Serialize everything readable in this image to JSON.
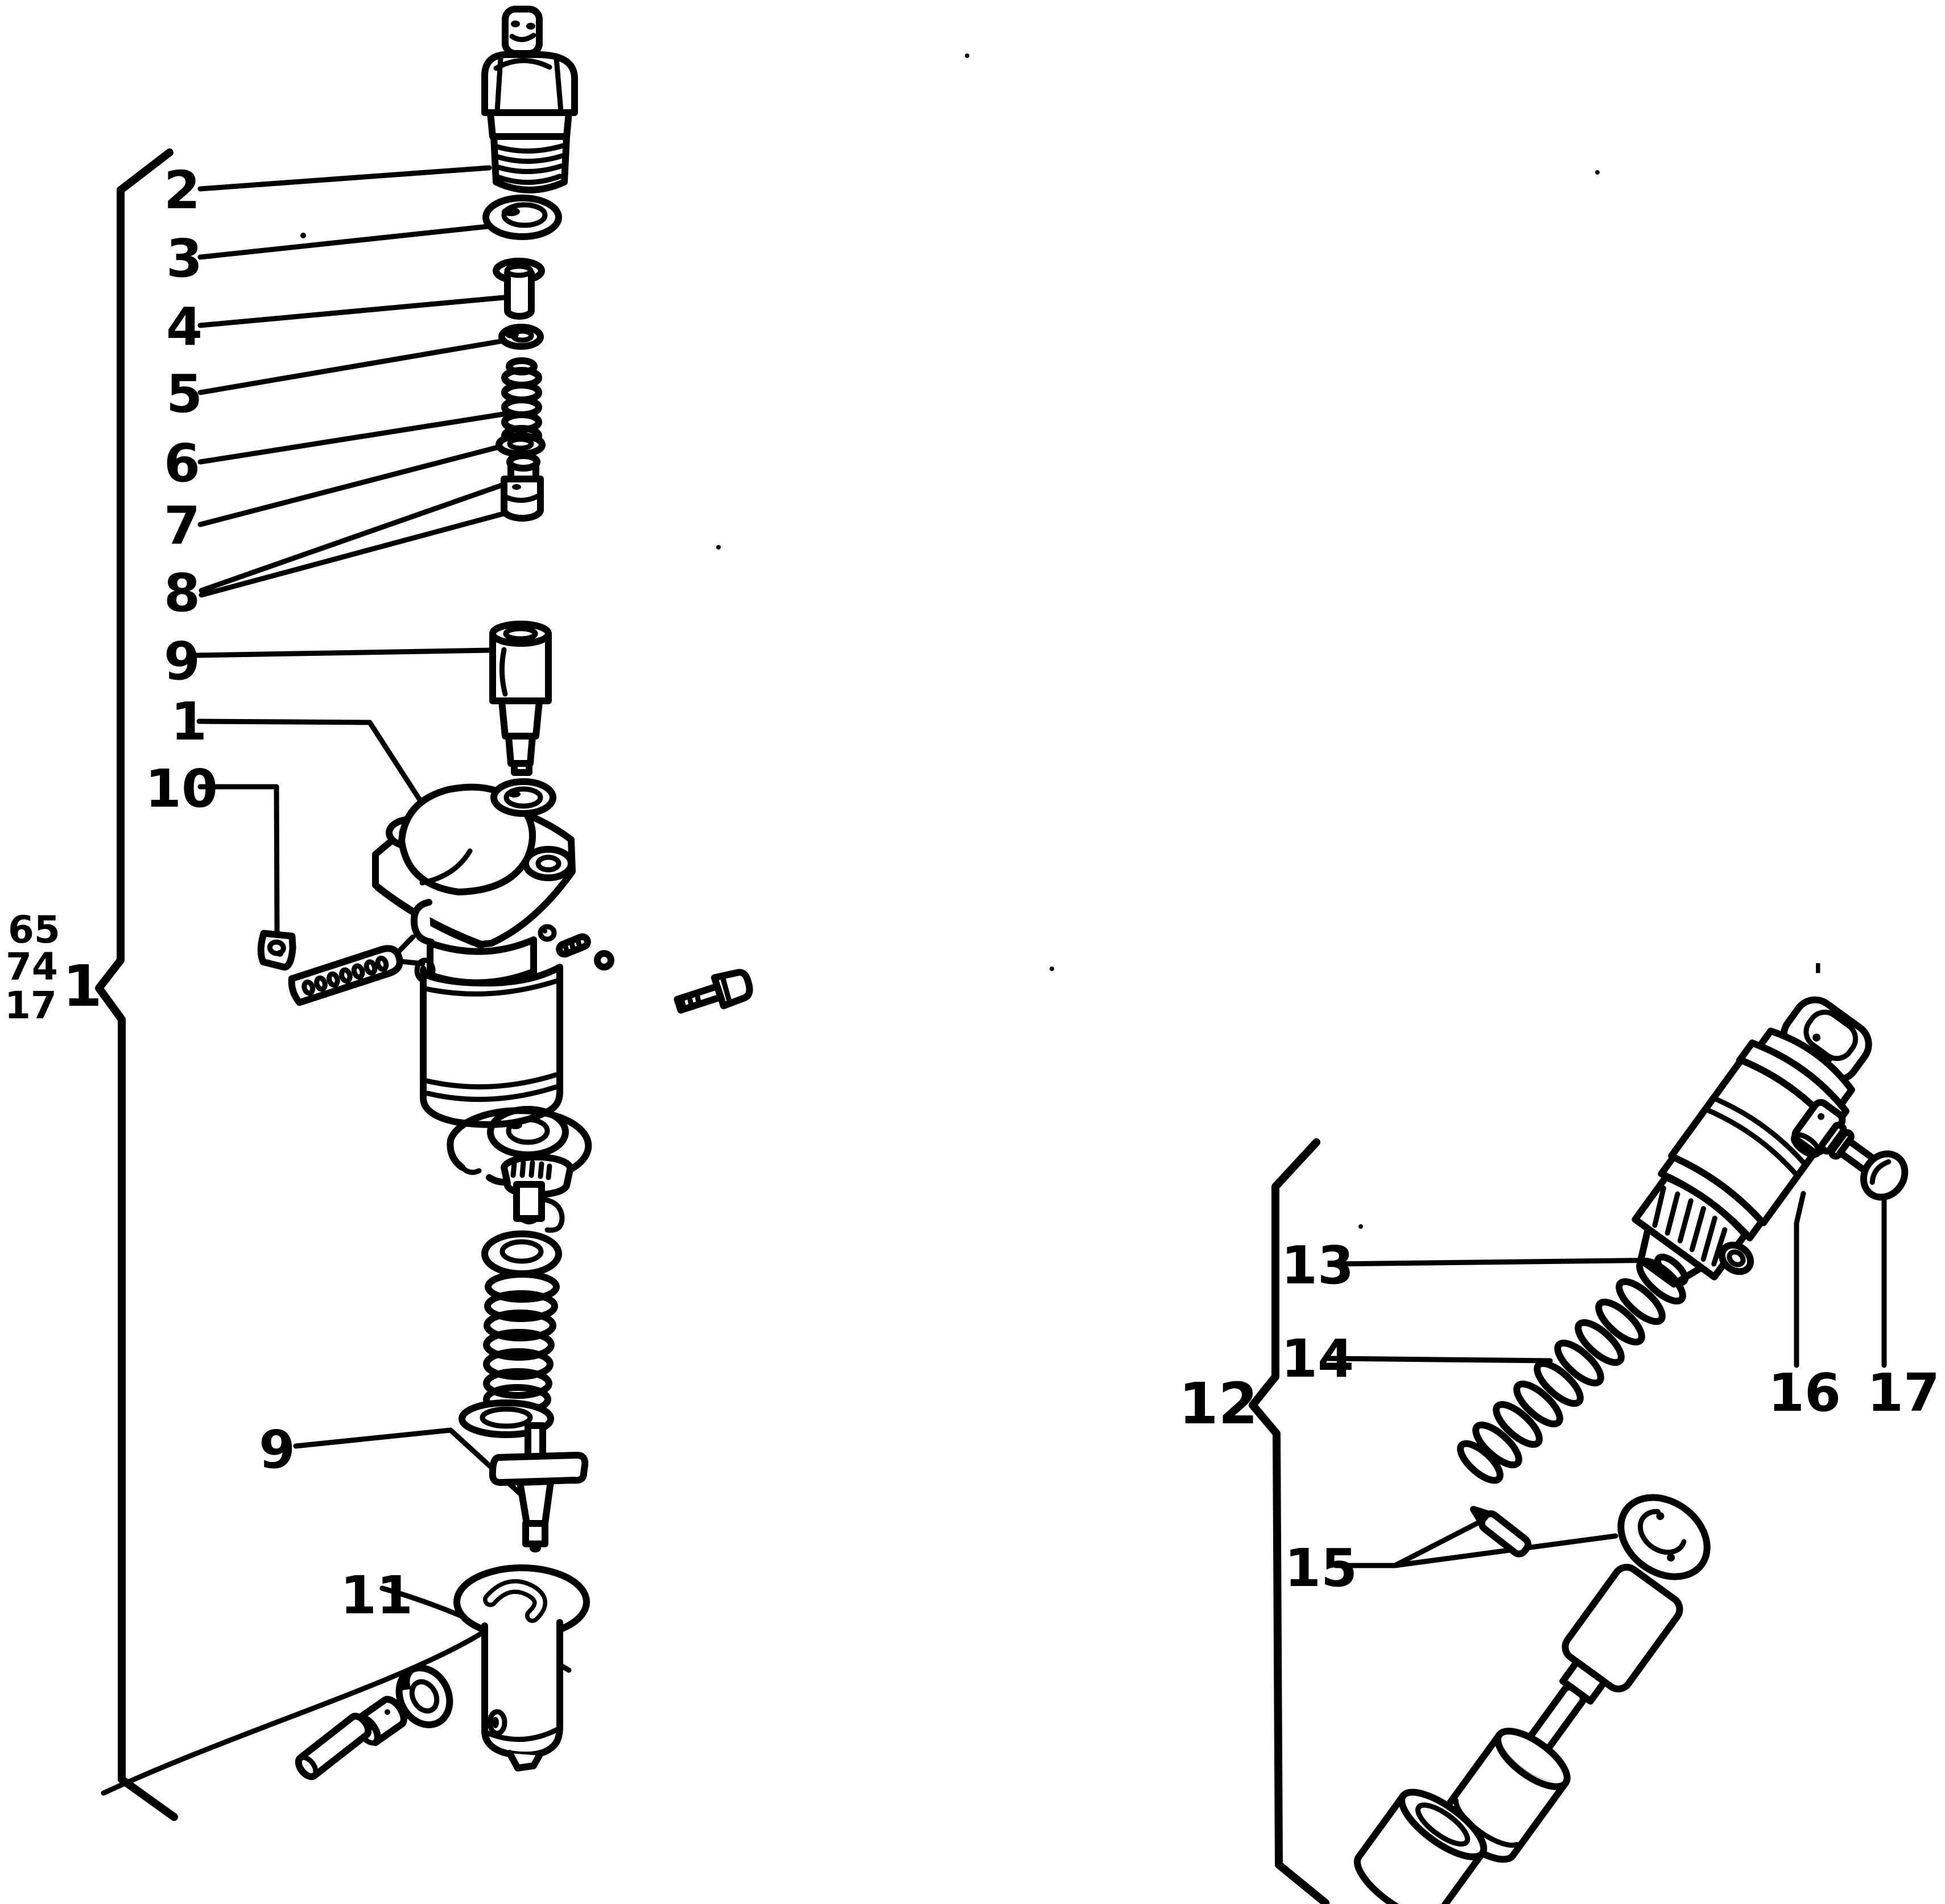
{
  "figure": {
    "type": "exploded-parts-diagram",
    "description": "Scanned black-and-white exploded view of a fuel injection pump element (left) and a fuel injector nozzle assembly (right) with numbered callouts"
  },
  "assemblies": [
    {
      "name": "injection-pump-element",
      "bracket_label": "1",
      "callouts": [
        "2",
        "3",
        "4",
        "5",
        "6",
        "7",
        "8",
        "9",
        "1",
        "10",
        "9",
        "11"
      ]
    },
    {
      "name": "injector-nozzle",
      "bracket_label": "12",
      "callouts": [
        "13",
        "14",
        "15",
        "16",
        "17"
      ]
    }
  ],
  "labels": {
    "bracket_left": "1",
    "n2": "2",
    "n3": "3",
    "n4": "4",
    "n5": "5",
    "n6": "6",
    "n7": "7",
    "n8": "8",
    "n9": "9",
    "n1": "1",
    "n10": "10",
    "n9b": "9",
    "n11": "11",
    "bracket_right": "12",
    "n13": "13",
    "n14": "14",
    "n15": "15",
    "n16": "16",
    "n17": "17",
    "tick": "'"
  },
  "page_edge_text": {
    "row1": "65",
    "row2": "74",
    "row3": "17"
  }
}
